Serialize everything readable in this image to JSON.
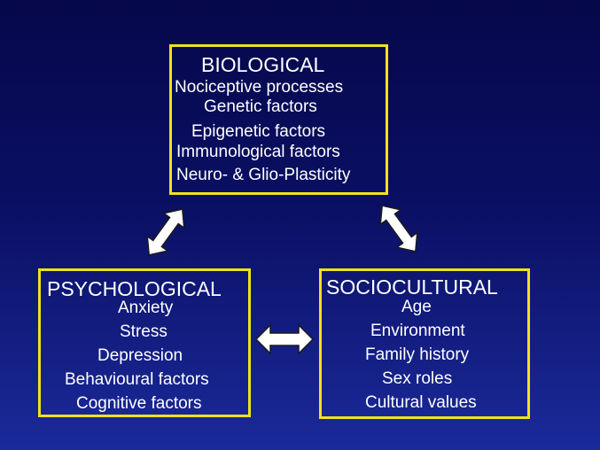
{
  "diagram": {
    "biological": {
      "title": "BIOLOGICAL",
      "items": [
        "Nociceptive processes",
        "Genetic factors",
        "Epigenetic factors",
        "Immunological factors",
        "Neuro- & Glio-Plasticity"
      ]
    },
    "psychological": {
      "title": "PSYCHOLOGICAL",
      "items": [
        "Anxiety",
        "Stress",
        "Depression",
        "Behavioural factors",
        "Cognitive factors"
      ]
    },
    "sociocultural": {
      "title": "SOCIOCULTURAL",
      "items": [
        "Age",
        "Environment",
        "Family history",
        "Sex roles",
        "Cultural values"
      ]
    }
  },
  "colors": {
    "background_top": "#06084a",
    "background_bottom": "#1b2a9a",
    "box_border": "#f2e21a",
    "arrow_fill": "#ffffff",
    "arrow_stroke": "#1a1a1a",
    "text": "#ffffff"
  }
}
